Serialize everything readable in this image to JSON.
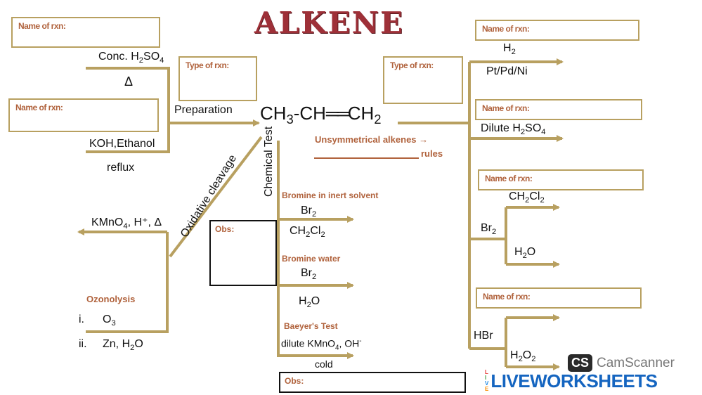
{
  "title": "ALKENE",
  "central_compound": {
    "ch3": "CH",
    "ch3_sub": "3",
    "dash": "-CH",
    "eq": "══",
    "ch2": "CH",
    "ch2_sub": "2"
  },
  "left": {
    "name_box_1": "Name of rxn:",
    "name_box_2": "Name of rxn:",
    "type_box": "Type of rxn:",
    "conc_reagent": "Conc. H",
    "conc_sub1": "2",
    "conc_mid": "SO",
    "conc_sub2": "4",
    "delta": "Δ",
    "preparation": "Preparation",
    "koh": "KOH,Ethanol",
    "reflux": "reflux",
    "oxidative": "Oxidative cleavage",
    "kmno4": "KMnO",
    "kmno4_sub": "4",
    "kmno4_rest": ", H⁺, Δ",
    "ozonolysis": "Ozonolysis",
    "oz_i": "i.",
    "oz_o3": "O",
    "oz_o3_sub": "3",
    "oz_ii": "ii.",
    "oz_zn": "Zn, H",
    "oz_zn_sub": "2",
    "oz_zn_rest": "O"
  },
  "middle": {
    "chemical_test": "Chemical Test",
    "bromine_inert": "Bromine in inert solvent",
    "br2_a": "Br",
    "br2_a_sub": "2",
    "ch2cl2": "CH",
    "ch2cl2_sub1": "2",
    "ch2cl2_mid": "Cl",
    "ch2cl2_sub2": "2",
    "obs_1": "Obs:",
    "bromine_water": "Bromine water",
    "br2_b": "Br",
    "br2_b_sub": "2",
    "h2o": "H",
    "h2o_sub": "2",
    "h2o_rest": "O",
    "baeyer": "Baeyer's Test",
    "dilute_kmno4": "dilute KMnO",
    "dilute_kmno4_sub": "4",
    "dilute_kmno4_rest": ", OH",
    "dilute_kmno4_sup": "-",
    "cold": "cold",
    "obs_2": "Obs:"
  },
  "right": {
    "type_box": "Type of rxn:",
    "unsym": "Unsymmetrical alkenes →",
    "rules": "rules",
    "name_box_1": "Name of rxn:",
    "h2": "H",
    "h2_sub": "2",
    "catalyst": "Pt/Pd/Ni",
    "name_box_2": "Name of rxn:",
    "dilute_h2so4": "Dilute H",
    "dilute_h2so4_sub1": "2",
    "dilute_h2so4_mid": "SO",
    "dilute_h2so4_sub2": "4",
    "name_box_3": "Name of rxn:",
    "br2": "Br",
    "br2_sub": "2",
    "ch2cl2": "CH",
    "ch2cl2_sub1": "2",
    "ch2cl2_mid": "Cl",
    "ch2cl2_sub2": "2",
    "h2o": "H",
    "h2o_sub": "2",
    "h2o_rest": "O",
    "name_box_4": "Name of rxn:",
    "hbr": "HBr",
    "h2o2": "H",
    "h2o2_sub1": "2",
    "h2o2_mid": "O",
    "h2o2_sub2": "2"
  },
  "watermark": {
    "cs": "CS",
    "camscanner": "CamScanner",
    "live": "LIVE",
    "worksheets": "LIVEWORKSHEETS"
  },
  "colors": {
    "line": "#b8a060",
    "title": "#9e3038",
    "accent": "#b0623c"
  }
}
